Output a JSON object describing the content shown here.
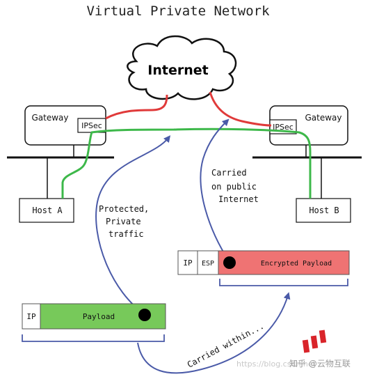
{
  "title": "Virtual Private Network",
  "internet": {
    "label": "Internet"
  },
  "gateway_left": {
    "label": "Gateway",
    "ipsec_label": "IPSec"
  },
  "gateway_right": {
    "label": "Gateway",
    "ipsec_label": "IPSec"
  },
  "host_a": {
    "label": "Host A"
  },
  "host_b": {
    "label": "Host B"
  },
  "annotations": {
    "protected_line1": "Protected,",
    "protected_line2": "Private",
    "protected_line3": "traffic",
    "carried_line1": "Carried",
    "carried_line2": "on public",
    "carried_line3": "Internet",
    "carried_within": "Carried within..."
  },
  "inner_packet": {
    "ip_label": "IP",
    "payload_label": "Payload"
  },
  "outer_packet": {
    "ip_label": "IP",
    "esp_label": "ESP",
    "payload_label": "Encrypted Payload"
  },
  "watermark": {
    "text": "知乎 @云物互联",
    "bg_text": "https://blog.csdn.net"
  },
  "colors": {
    "red_line": "#e03a3a",
    "green_line": "#3db84a",
    "blue_arrow": "#4a5aa8",
    "green_payload": "#77c95a",
    "red_payload": "#ef7373",
    "logo_red": "#d9242a"
  }
}
